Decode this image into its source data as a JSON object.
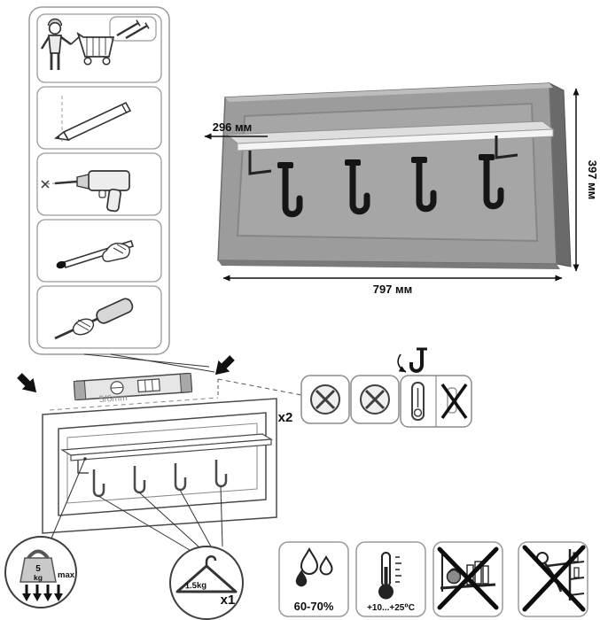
{
  "dimensions": {
    "depth": "296 мм",
    "height": "397 мм",
    "width": "797 мм"
  },
  "drilling": {
    "hole_size": "5/6mm"
  },
  "hardware": {
    "screws_count": "x2"
  },
  "load": {
    "max_weight_value": "5",
    "max_weight_unit": "kg",
    "max_label": "max",
    "per_hanger_weight": "1.5kg",
    "hanger_count": "x1"
  },
  "care": {
    "humidity": "60-70%",
    "temperature": "+10...+25⁰C"
  }
}
